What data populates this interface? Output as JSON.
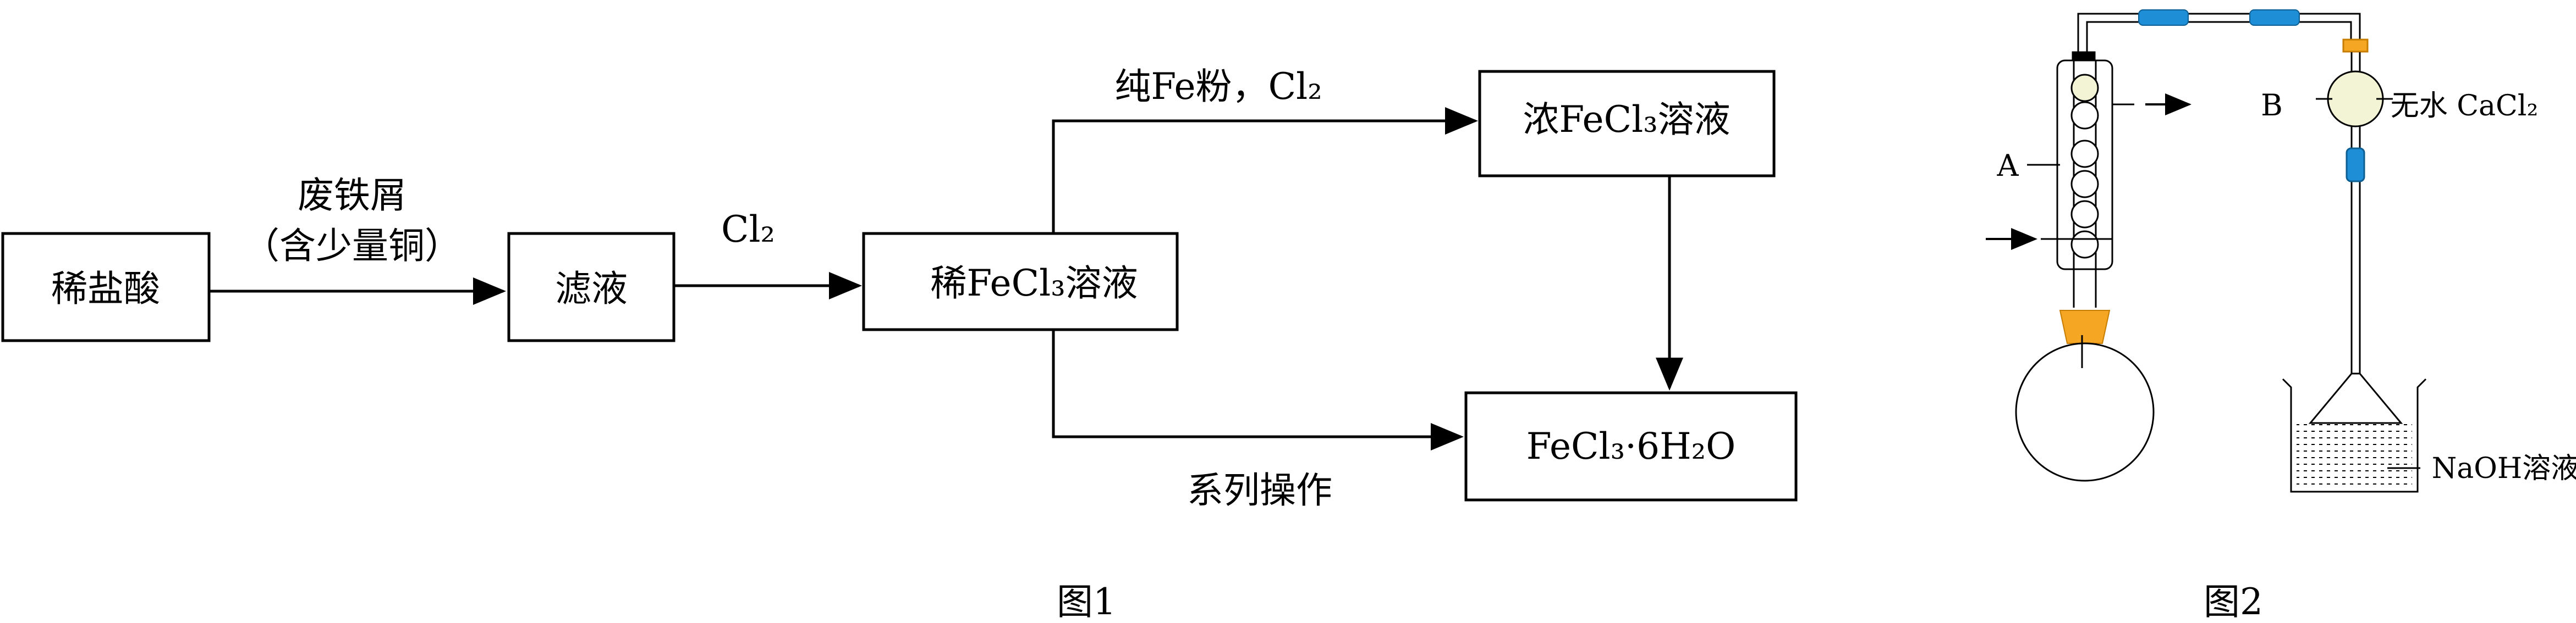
{
  "figure1": {
    "caption": "图1",
    "boxes": {
      "acid": "稀盐酸",
      "filtrate": "滤液",
      "dilute": "稀FeCl₃溶液",
      "conc": "浓FeCl₃溶液",
      "product": "FeCl₃·6H₂O"
    },
    "arrows": {
      "scrap_line1": "废铁屑",
      "scrap_line2": "（含少量铜）",
      "cl2": "Cl₂",
      "top_reagent": "纯Fe粉，Cl₂",
      "series_ops": "系列操作"
    }
  },
  "figure2": {
    "caption": "图2",
    "label_a": "A",
    "label_b": "B",
    "drying_agent": "无水 CaCl₂",
    "solution": "NaOH溶液"
  },
  "colors": {
    "line": "#000000",
    "connector_blue": "#1e8fd6",
    "stopper_orange": "#f5a623",
    "bulb_fill": "#f3f3d6"
  }
}
